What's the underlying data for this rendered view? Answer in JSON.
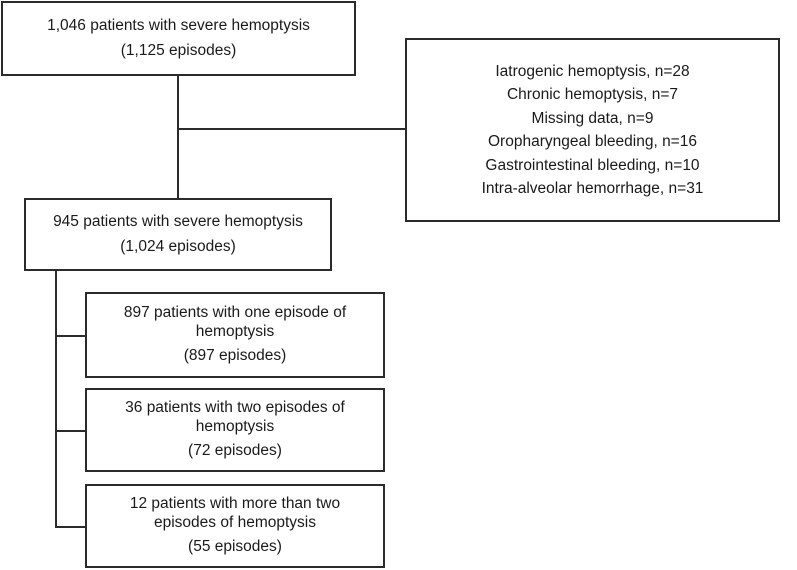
{
  "flowchart": {
    "top_box": {
      "line1": "1,046 patients with severe hemoptysis",
      "line2": "(1,125 episodes)"
    },
    "exclusions": {
      "items": [
        "Iatrogenic hemoptysis, n=28",
        "Chronic hemoptysis, n=7",
        "Missing data, n=9",
        "Oropharyngeal bleeding, n=16",
        "Gastrointestinal bleeding, n=10",
        "Intra-alveolar hemorrhage, n=31"
      ]
    },
    "middle_box": {
      "line1": "945 patients with severe hemoptysis",
      "line2": "(1,024 episodes)"
    },
    "branches": [
      {
        "line1": "897 patients with one episode of",
        "line2": "hemoptysis",
        "line3": "(897 episodes)"
      },
      {
        "line1": "36 patients with two episodes of",
        "line2": "hemoptysis",
        "line3": "(72 episodes)"
      },
      {
        "line1": "12 patients with more than two",
        "line2": "episodes of hemoptysis",
        "line3": "(55 episodes)"
      }
    ]
  }
}
